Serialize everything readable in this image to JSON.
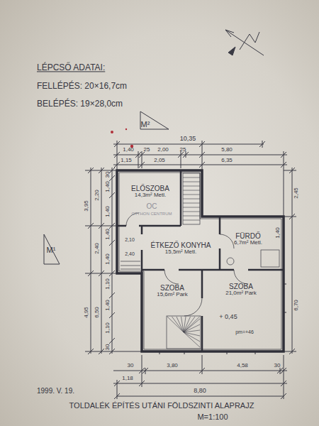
{
  "diagram": {
    "caption": "TOLDALÉK ÉPÍTÉS UTÁNI FÖLDSZINTI ALAPRAJZ",
    "nodes": [
      {
        "text": [
          "ELŐSZOBA",
          "14,3m² Metl."
        ]
      },
      {
        "text": [
          "ÉTKEZŐ KONYHA",
          "15,5m² Metl."
        ]
      },
      {
        "text": [
          "FÜRDŐ",
          "6,7m² Metl."
        ]
      },
      {
        "text": [
          "SZOBA",
          "15,6m² Park"
        ]
      },
      {
        "text": [
          "SZOBA",
          "21,0m² Park"
        ]
      }
    ],
    "labels": [
      "LÉPCSŐ ADATAI:",
      "FELLÉPÉS: 20×16,7cm",
      "BELÉPÉS: 19×28,0cm",
      "M²",
      "10,35",
      "1,40",
      "25",
      "2,00",
      "25",
      "5,80",
      "1,15",
      "2,05",
      "6,35",
      "3,95",
      "4,95",
      "2,20",
      "2,40",
      "6,50",
      "30",
      "1,40",
      "1,40",
      "1,40",
      "1,40",
      "1,10",
      "1,40",
      "1,10",
      "30",
      "2,45",
      "6,70",
      "1,40",
      "2,10",
      "2,40",
      "+ 0,45",
      "pm=+46",
      "30",
      "3,80",
      "4,58",
      "30",
      "1,18",
      "8,80",
      "1999. V. 19.",
      "M=1:100",
      "M¹",
      "OC",
      "OTTHON CENTRUM"
    ]
  }
}
